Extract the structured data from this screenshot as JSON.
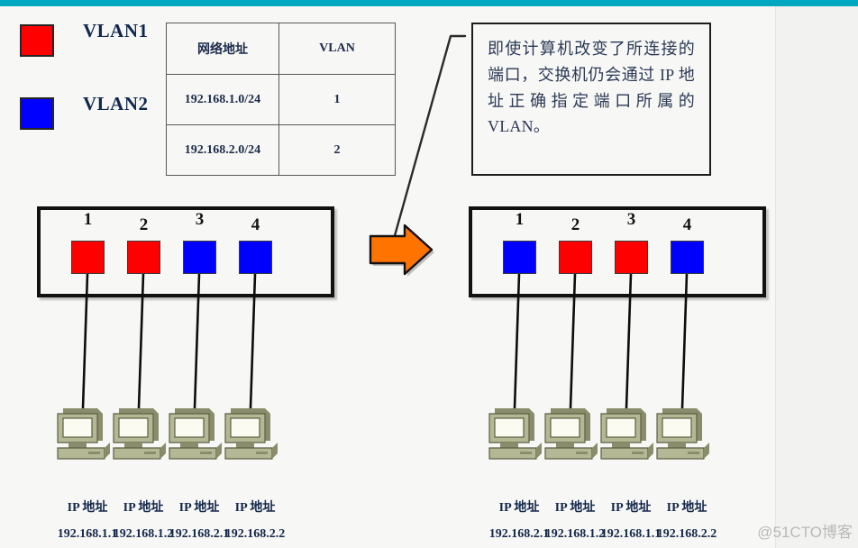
{
  "theme": {
    "accent_bar_color": "#00a7c0",
    "vlan1_color": "#ff0000",
    "vlan2_color": "#0000ff",
    "arrow_color": "#ff7300",
    "background": "#f7f7f5"
  },
  "legend": {
    "items": [
      {
        "label": "VLAN1",
        "color": "#ff0000"
      },
      {
        "label": "VLAN2",
        "color": "#0000ff"
      }
    ]
  },
  "table": {
    "headers": [
      "网络地址",
      "VLAN"
    ],
    "rows": [
      {
        "network": "192.168.1.0/24",
        "vlan": "1"
      },
      {
        "network": "192.168.2.0/24",
        "vlan": "2"
      }
    ]
  },
  "callout": {
    "text": "即使计算机改变了所连接的端口，交换机仍会通过 IP 地址正确指定端口所属的 VLAN。"
  },
  "arrow": {
    "name": "transition-arrow",
    "direction": "right",
    "color": "#ff7300"
  },
  "left_switch": {
    "name": "switch-before",
    "ports": [
      {
        "number": "1",
        "color": "#ff0000",
        "vlan": "VLAN1"
      },
      {
        "number": "2",
        "color": "#ff0000",
        "vlan": "VLAN1"
      },
      {
        "number": "3",
        "color": "#0000ff",
        "vlan": "VLAN2"
      },
      {
        "number": "4",
        "color": "#0000ff",
        "vlan": "VLAN2"
      }
    ],
    "hosts": [
      {
        "title": "IP 地址",
        "address": "192.168.1.1"
      },
      {
        "title": "IP 地址",
        "address": "192.168.1.2"
      },
      {
        "title": "IP 地址",
        "address": "192.168.2.1"
      },
      {
        "title": "IP 地址",
        "address": "192.168.2.2"
      }
    ]
  },
  "right_switch": {
    "name": "switch-after",
    "ports": [
      {
        "number": "1",
        "color": "#0000ff",
        "vlan": "VLAN2"
      },
      {
        "number": "2",
        "color": "#ff0000",
        "vlan": "VLAN1"
      },
      {
        "number": "3",
        "color": "#ff0000",
        "vlan": "VLAN1"
      },
      {
        "number": "4",
        "color": "#0000ff",
        "vlan": "VLAN2"
      }
    ],
    "hosts": [
      {
        "title": "IP 地址",
        "address": "192.168.2.1"
      },
      {
        "title": "IP 地址",
        "address": "192.168.1.2"
      },
      {
        "title": "IP 地址",
        "address": "192.168.1.1"
      },
      {
        "title": "IP 地址",
        "address": "192.168.2.2"
      }
    ]
  },
  "watermark": {
    "text": "@51CTO博客"
  }
}
